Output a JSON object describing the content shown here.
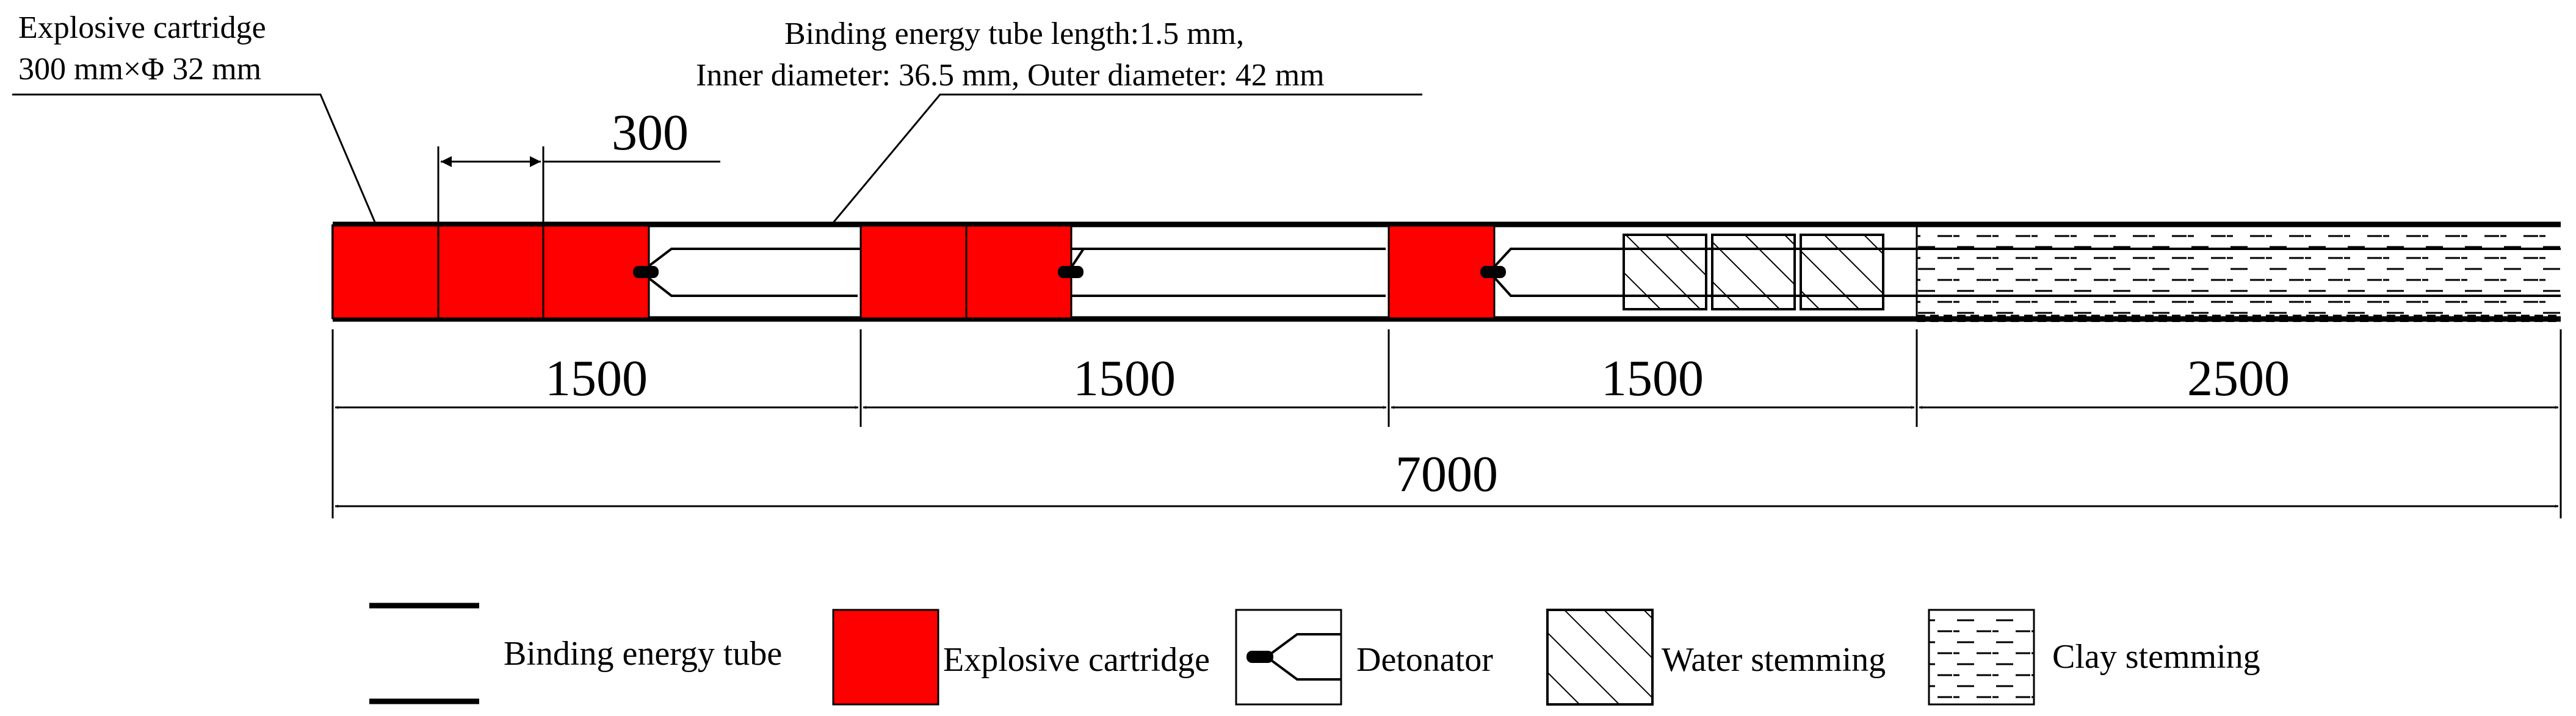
{
  "annotations": {
    "cartridge_spec": [
      "Explosive cartridge",
      "300 mm×Φ 32 mm"
    ],
    "tube_spec": [
      "Binding energy tube   length:1.5 mm,",
      "Inner diameter: 36.5 mm, Outer diameter: 42 mm"
    ],
    "cartridge_length": "300"
  },
  "dimensions": {
    "segments": [
      "1500",
      "1500",
      "1500",
      "2500"
    ],
    "total": "7000"
  },
  "legend": {
    "items": [
      {
        "key": "tube",
        "label": "Binding energy tube"
      },
      {
        "key": "cartridge",
        "label": "Explosive cartridge"
      },
      {
        "key": "detonator",
        "label": "Detonator"
      },
      {
        "key": "water",
        "label": "Water stemming"
      },
      {
        "key": "clay",
        "label": "Clay stemming"
      }
    ]
  },
  "colors": {
    "explosive": "#ff0000",
    "line": "#000000",
    "background": "#ffffff"
  }
}
